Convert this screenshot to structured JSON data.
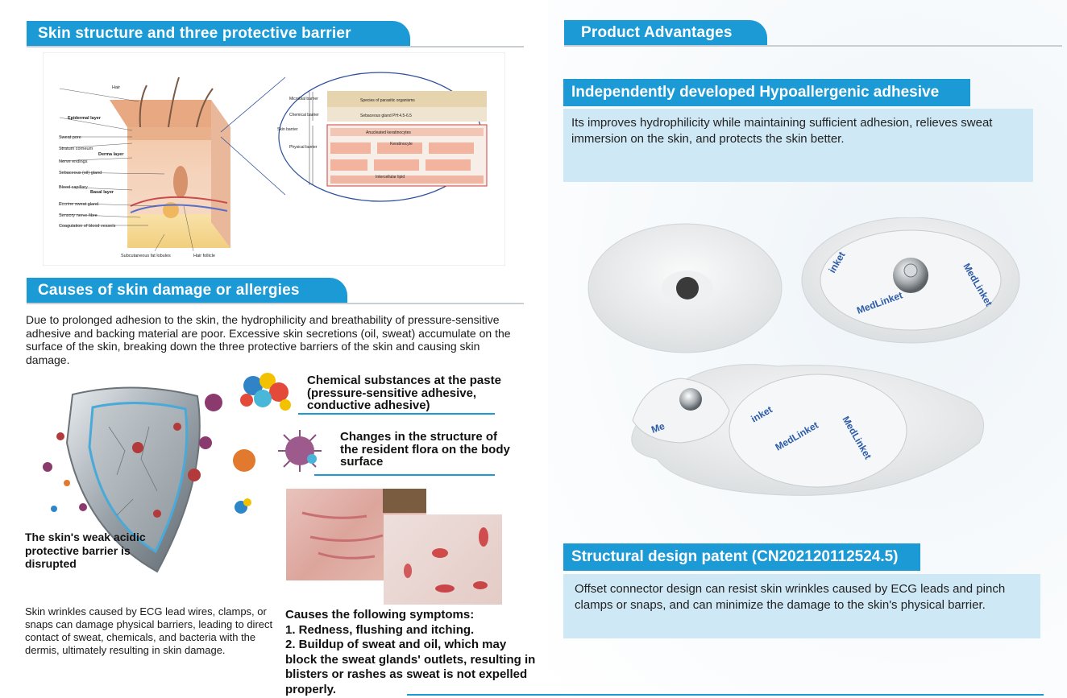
{
  "left": {
    "section1": {
      "title": "Skin structure and three protective barrier",
      "figure_labels": {
        "hair": "Hair",
        "epidermal": "Epidermal layer",
        "sweat_pore": "Sweat pore",
        "stratum": "Stratum corneum",
        "derma": "Derma layer",
        "nerve": "Nerve endings",
        "sebaceous": "Sebaceous (oil) gland",
        "capillary": "Blood capillary",
        "basal": "Basal layer",
        "eccrine": "Eccrine sweat gland",
        "sensory": "Sensory nerve fibre",
        "coagulation": "Coagulation of blood vessels",
        "fat": "Subcutaneous fat lobules",
        "follicle": "Hair follicle",
        "microbial": "Microbial barrier",
        "chemical": "Chemical barrier",
        "skin_barrier": "Skin barrier",
        "physical": "Physical barrier",
        "parasitic": "Species of parasitic organisms",
        "sebaceous_ph": "Sebaceous gland  PH:4.5-6.5",
        "anucleated": "Anucleated keratinocytes",
        "keratinocyte": "Keratinocyte",
        "intercellular": "Intercellular lipid"
      }
    },
    "section2": {
      "title": "Causes of skin damage or allergies",
      "intro": "Due to prolonged adhesion to the skin, the hydrophilicity and breathability of pressure-sensitive adhesive and backing material are poor. Excessive skin secretions (oil, sweat) accumulate on the surface of the skin, breaking down the three protective barriers of the skin and causing skin damage.",
      "callout_chemical": "Chemical substances at the paste (pressure-sensitive adhesive, conductive adhesive)",
      "callout_flora": "Changes in the structure of the resident flora on the body surface",
      "shield_caption": "The skin's weak acidic protective barrier is disrupted",
      "wrinkles_text": "Skin wrinkles caused by ECG lead wires, clamps, or snaps can damage physical barriers, leading to direct contact of sweat, chemicals, and bacteria with the dermis, ultimately resulting in skin damage.",
      "symptoms_heading": "Causes the following symptoms:",
      "symptom1": "1. Redness, flushing and itching.",
      "symptom2": "2. Buildup of sweat and oil, which may block the sweat glands' outlets, resulting in blisters or rashes as sweat is not expelled properly."
    }
  },
  "right": {
    "section_title": "Product Advantages",
    "adv1": {
      "title": "Independently developed Hypoallergenic adhesive",
      "text": "Its improves hydrophilicity while maintaining sufficient adhesion, relieves sweat immersion on the skin, and protects the skin better."
    },
    "adv2": {
      "title": "Structural design patent (CN202120112524.5)",
      "text": "Offset connector design can resist skin wrinkles caused by ECG leads and pinch clamps or snaps, and can minimize the damage to the skin's physical barrier."
    }
  },
  "colors": {
    "accent": "#1b9ad6",
    "box": "#cfe8f5",
    "rule": "#c9ced2"
  }
}
